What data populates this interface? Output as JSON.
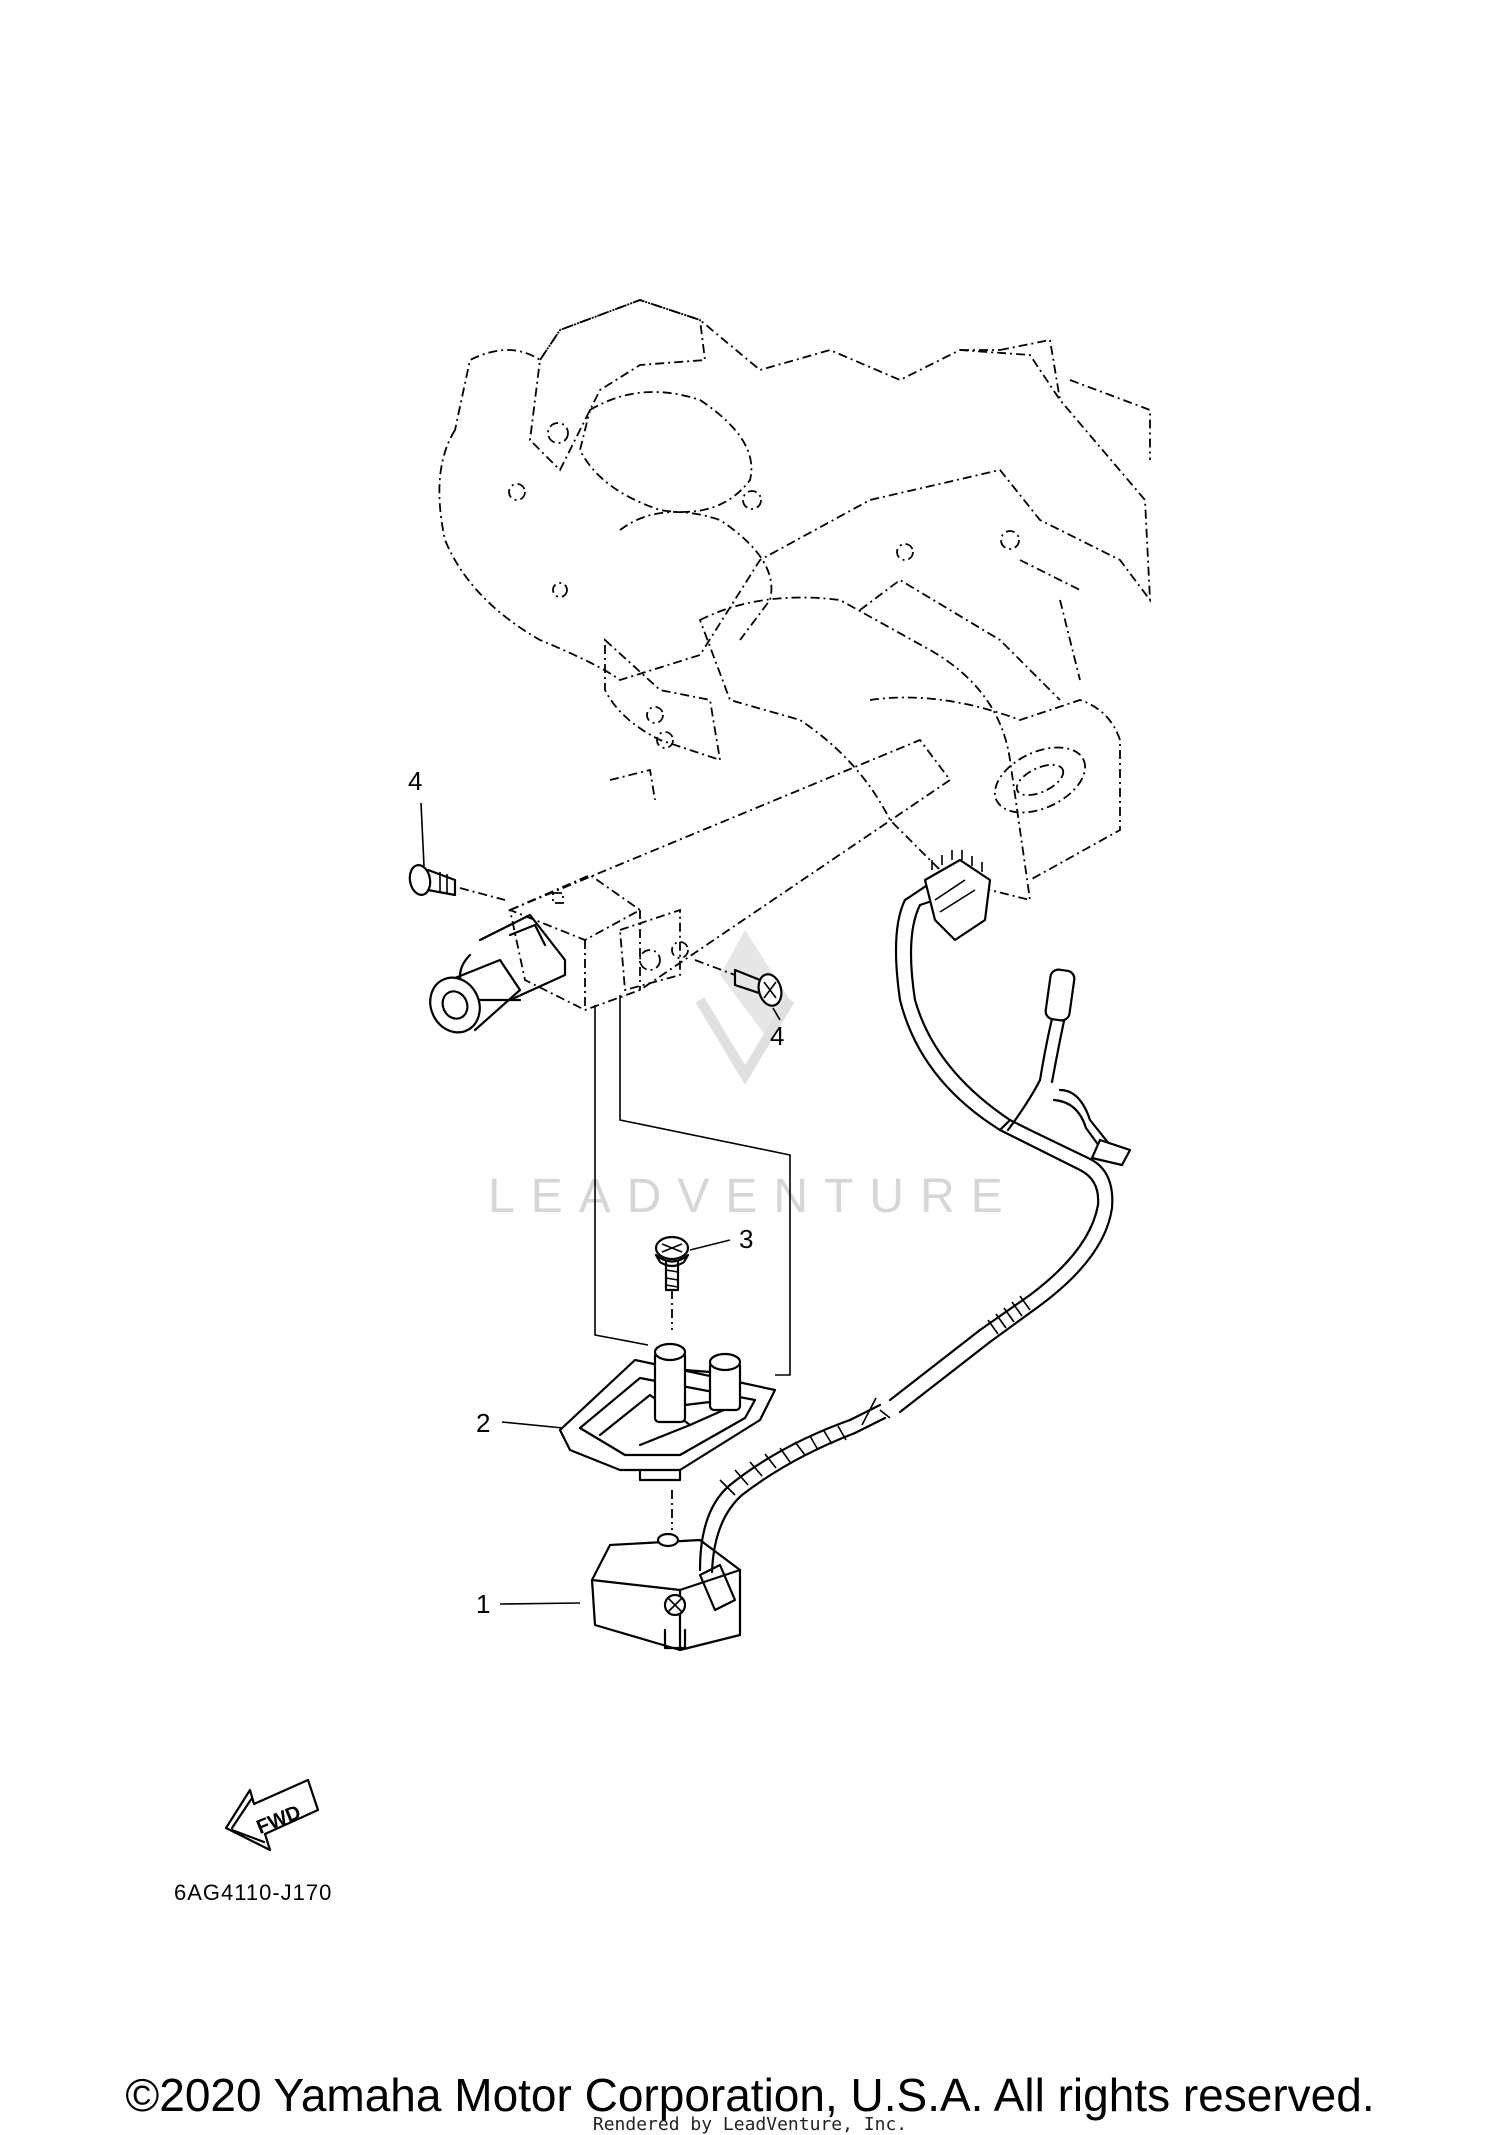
{
  "diagram": {
    "callouts": [
      {
        "id": "1",
        "label": "1"
      },
      {
        "id": "2",
        "label": "2"
      },
      {
        "id": "3",
        "label": "3"
      },
      {
        "id": "4a",
        "label": "4"
      },
      {
        "id": "4b",
        "label": "4"
      }
    ],
    "fwd_label": "FWD",
    "watermark": "LEADVENTURE",
    "drawing_code": "6AG4110-J170"
  },
  "footer": {
    "copyright": "©2020 Yamaha Motor Corporation, U.S.A. All rights reserved.",
    "rendered_by": "Rendered by LeadVenture, Inc."
  }
}
